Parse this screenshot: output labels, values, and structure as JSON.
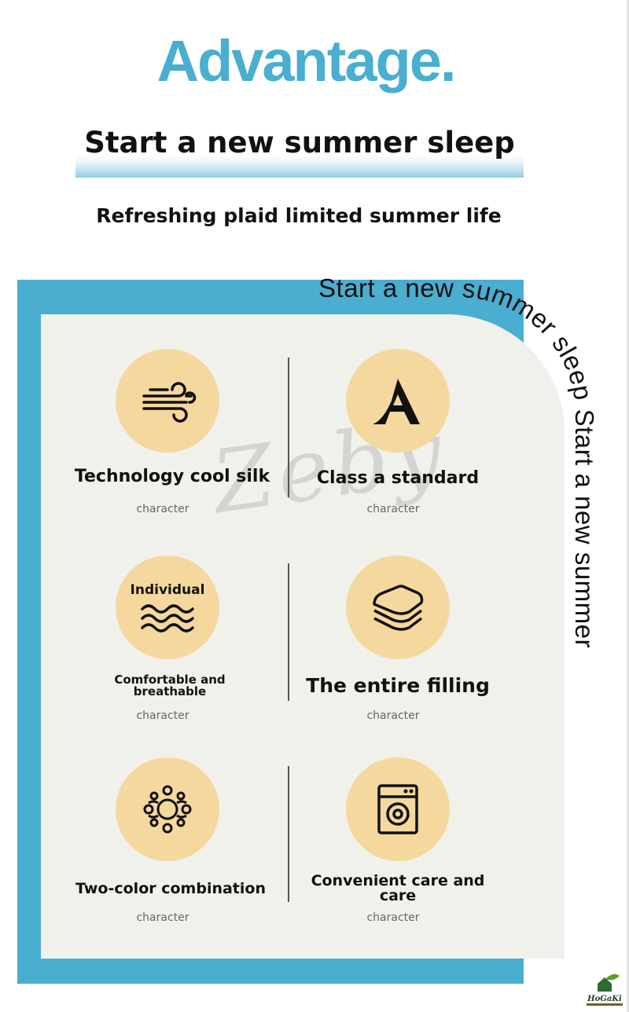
{
  "header": {
    "title": "Advantage.",
    "banner": "Start a new summer sleep",
    "subtitle": "Refreshing plaid limited summer life"
  },
  "curved_text": "Start a new summer sleep Start a new summer",
  "watermark": "Zeby",
  "features": [
    {
      "icon": "wind-icon",
      "title": "Technology cool silk",
      "sub": "character"
    },
    {
      "icon": "letter-a-icon",
      "title": "Class a standard",
      "sub": "character"
    },
    {
      "icon": "waves-icon",
      "circle_text": "Individual",
      "title": "Comfortable and breathable",
      "sub": "character"
    },
    {
      "icon": "layers-icon",
      "title": "The entire filling",
      "sub": "character"
    },
    {
      "icon": "pattern-icon",
      "title": "Two-color combination",
      "sub": "character"
    },
    {
      "icon": "washing-machine-icon",
      "title": "Convenient care and care",
      "sub": "character"
    }
  ],
  "logo_text": "HoGaKi",
  "colors": {
    "accent": "#4aaed0",
    "circle": "#f4d89d",
    "panel": "#f1f1ec"
  }
}
